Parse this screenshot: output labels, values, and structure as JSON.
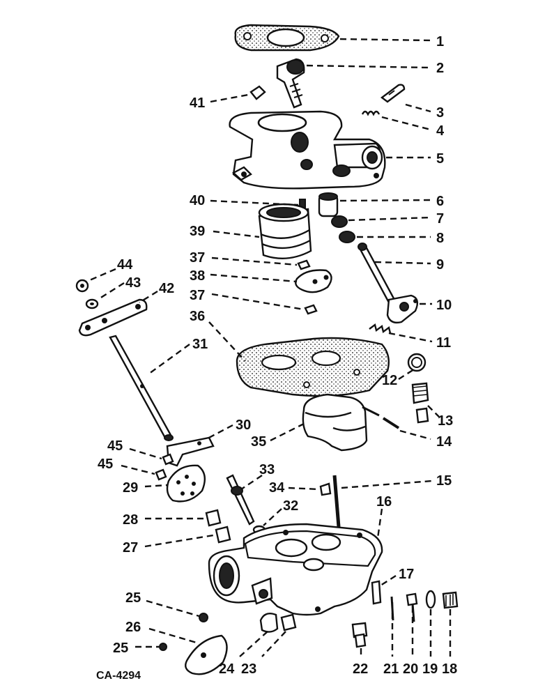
{
  "figure_code": "CA-4294",
  "callouts": [
    "1",
    "2",
    "3",
    "4",
    "5",
    "6",
    "7",
    "8",
    "9",
    "10",
    "11",
    "12",
    "13",
    "14",
    "15",
    "16",
    "17",
    "18",
    "19",
    "20",
    "21",
    "22",
    "23",
    "24",
    "25",
    "25",
    "26",
    "27",
    "28",
    "29",
    "30",
    "31",
    "32",
    "33",
    "34",
    "35",
    "36",
    "37",
    "37",
    "38",
    "39",
    "40",
    "41",
    "42",
    "43",
    "44",
    "45",
    "45"
  ]
}
